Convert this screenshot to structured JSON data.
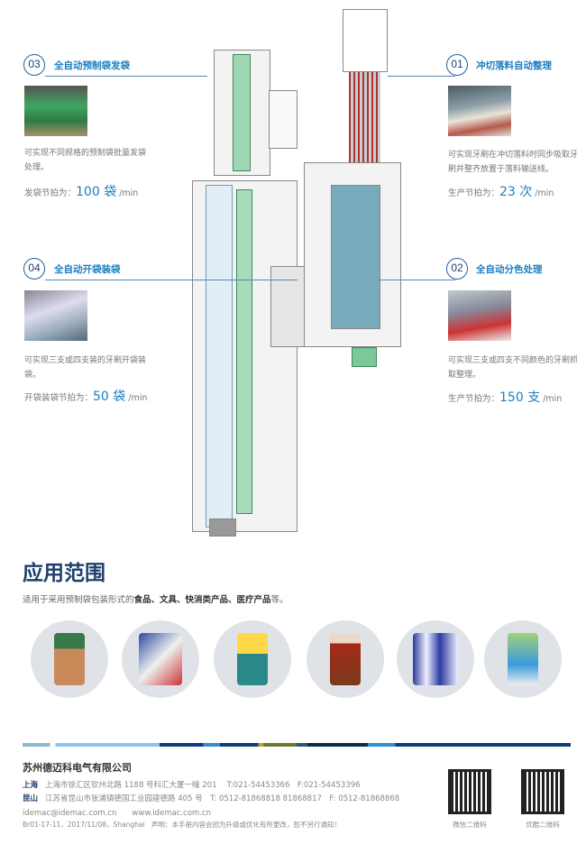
{
  "features": [
    {
      "num": "03",
      "title": "全自动预制袋发袋",
      "desc": "可实现不同规格的预制袋批量发袋处理。",
      "rate_label": "发袋节拍为：",
      "rate_value": "100 袋",
      "rate_unit": " /min"
    },
    {
      "num": "04",
      "title": "全自动开袋装袋",
      "desc": "可实现三支或四支装的牙刷开袋装袋。",
      "rate_label": "开袋装袋节拍为：",
      "rate_value": "50 袋",
      "rate_unit": " /min"
    },
    {
      "num": "01",
      "title": "冲切落料自动整理",
      "desc": "可实现牙刷在冲切落料时同步吸取牙刷并整齐放置于落料输送线。",
      "rate_label": "生产节拍为：",
      "rate_value": "23 次",
      "rate_unit": " /min"
    },
    {
      "num": "02",
      "title": "全自动分色处理",
      "desc": "可实现三支或四支不同颜色的牙刷抓取整理。",
      "rate_label": "生产节拍为：",
      "rate_value": "150 支",
      "rate_unit": " /min"
    }
  ],
  "application": {
    "title": "应用范围",
    "desc_prefix": "适用于采用预制袋包装形式的",
    "desc_items": "食品、文具、快消类产品、医疗产品",
    "desc_suffix": "等。"
  },
  "products": [
    "toothbrush-pack",
    "stationery-pack",
    "sponge-pack",
    "food-pack",
    "medical-pack",
    "toy-pack"
  ],
  "footer": {
    "company": "苏州德迈科电气有限公司",
    "sh_label": "上海",
    "sh_text": "上海市徐汇区钦州北路 1188 号科汇大厦一幢 201　 T:021-54453366　F:021-54453396",
    "ks_label": "昆山",
    "ks_text": "江苏省昆山市张浦镇德国工业园建德路 405 号　T: 0512-81868818  81868817　F: 0512-81868868",
    "web": "idemac@idemac.com.cn　　www.idemac.com.cn",
    "note": "Br01-17-11，2017/11/08，Shanghai　声明：本手册内容会因为升级或优化有所更改，恕不另行通知！",
    "qr1": "微信二维码",
    "qr2": "优酷二维码"
  },
  "colors": {
    "accent": "#1b7fc1",
    "navy": "#1f3f6e"
  }
}
